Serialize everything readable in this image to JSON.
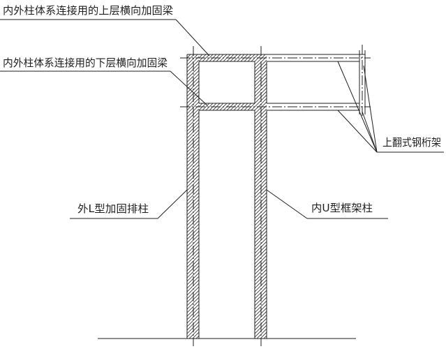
{
  "labels": {
    "upper_beam": "内外柱体系连接用的上层横向加固梁",
    "lower_beam": "内外柱体系连接用的下层横向加固梁",
    "truss": "上翻式钢桁架",
    "outer_column": "外L型加固排柱",
    "inner_column": "内U型框架柱"
  },
  "colors": {
    "ink": "#1f1f1f",
    "background": "#ffffff"
  }
}
